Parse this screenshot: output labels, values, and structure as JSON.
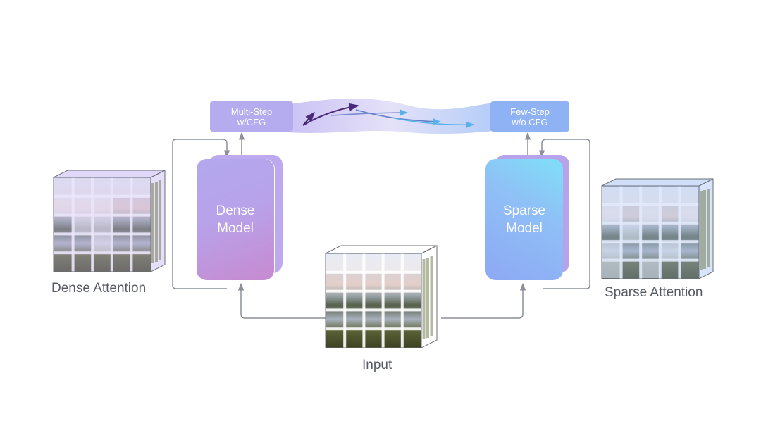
{
  "stages": {
    "multi_step": {
      "line1": "Multi-Step",
      "line2": "w/CFG",
      "color": "#b9aef0"
    },
    "few_step": {
      "line1": "Few-Step",
      "line2": "w/o CFG",
      "color": "#93b4f4"
    }
  },
  "models": {
    "dense": {
      "line1": "Dense",
      "line2": "Model",
      "gradient": [
        "#b3a8ee",
        "#c98fd0"
      ]
    },
    "sparse": {
      "line1": "Sparse",
      "line2": "Model",
      "gradient": [
        "#8fb0f5",
        "#7fe0f8"
      ]
    }
  },
  "captions": {
    "dense_attention": "Dense Attention",
    "sparse_attention": "Sparse Attention",
    "input": "Input"
  },
  "colors": {
    "connector": "#8a8f99",
    "dense_tint": "#c5b8f2",
    "sparse_tint": "#a9c3f3",
    "trajectory_dark": "#5b2a82",
    "trajectory_light": "#5bb3e6"
  }
}
